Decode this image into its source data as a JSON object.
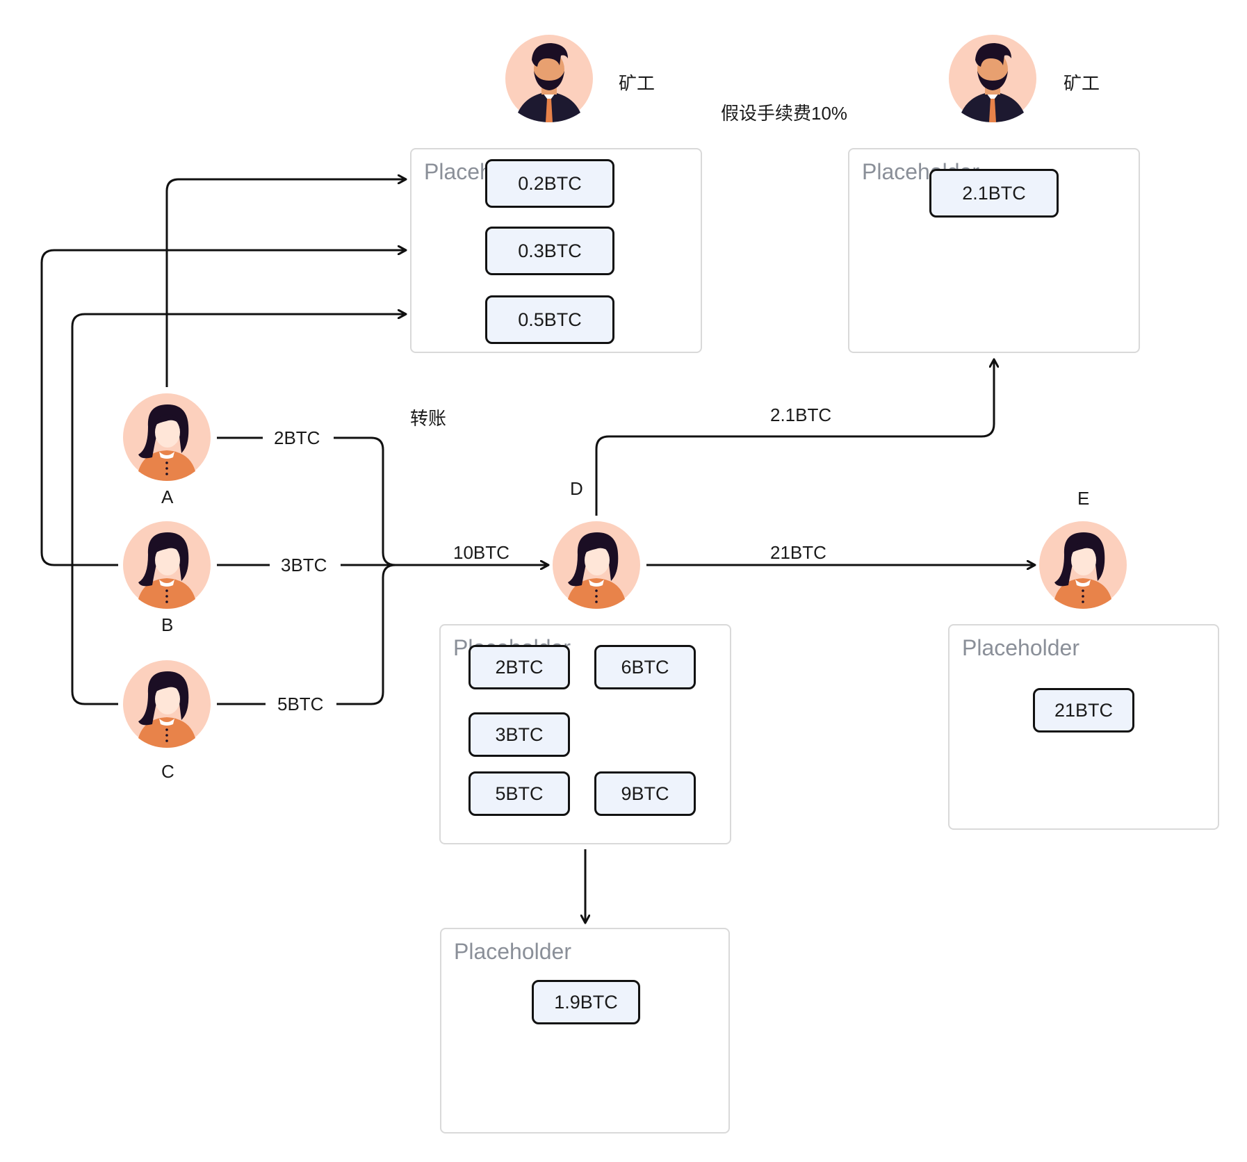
{
  "note": "假设手续费10%",
  "transfer_label": "转账",
  "miners": [
    {
      "label": "矿工"
    },
    {
      "label": "矿工"
    }
  ],
  "users": [
    {
      "label": "A"
    },
    {
      "label": "B"
    },
    {
      "label": "C"
    },
    {
      "label": "D"
    },
    {
      "label": "E"
    }
  ],
  "edges": {
    "a_to_d": "2BTC",
    "b_to_d": "3BTC",
    "c_to_d": "5BTC",
    "merged_to_d": "10BTC",
    "d_to_e": "21BTC",
    "d_to_miner2": "2.1BTC"
  },
  "groups": {
    "fee_pool_1": {
      "title": "Placeholder",
      "chips": [
        "0.2BTC",
        "0.3BTC",
        "0.5BTC"
      ]
    },
    "fee_pool_2": {
      "title": "Placeholder",
      "chips": [
        "2.1BTC"
      ]
    },
    "d_wallet": {
      "title": "Placeholder",
      "chips": [
        "2BTC",
        "6BTC",
        "3BTC",
        "5BTC",
        "9BTC"
      ]
    },
    "e_wallet": {
      "title": "Placeholder",
      "chips": [
        "21BTC"
      ]
    },
    "d_change": {
      "title": "Placeholder",
      "chips": [
        "1.9BTC"
      ]
    }
  },
  "colors": {
    "avatar_bg": "#fcd0bd",
    "hair": "#1b0e24",
    "shirt": "#e8834a",
    "chip_fill": "#eef3fc",
    "group_border": "#d9d9d9",
    "line": "#111111"
  }
}
